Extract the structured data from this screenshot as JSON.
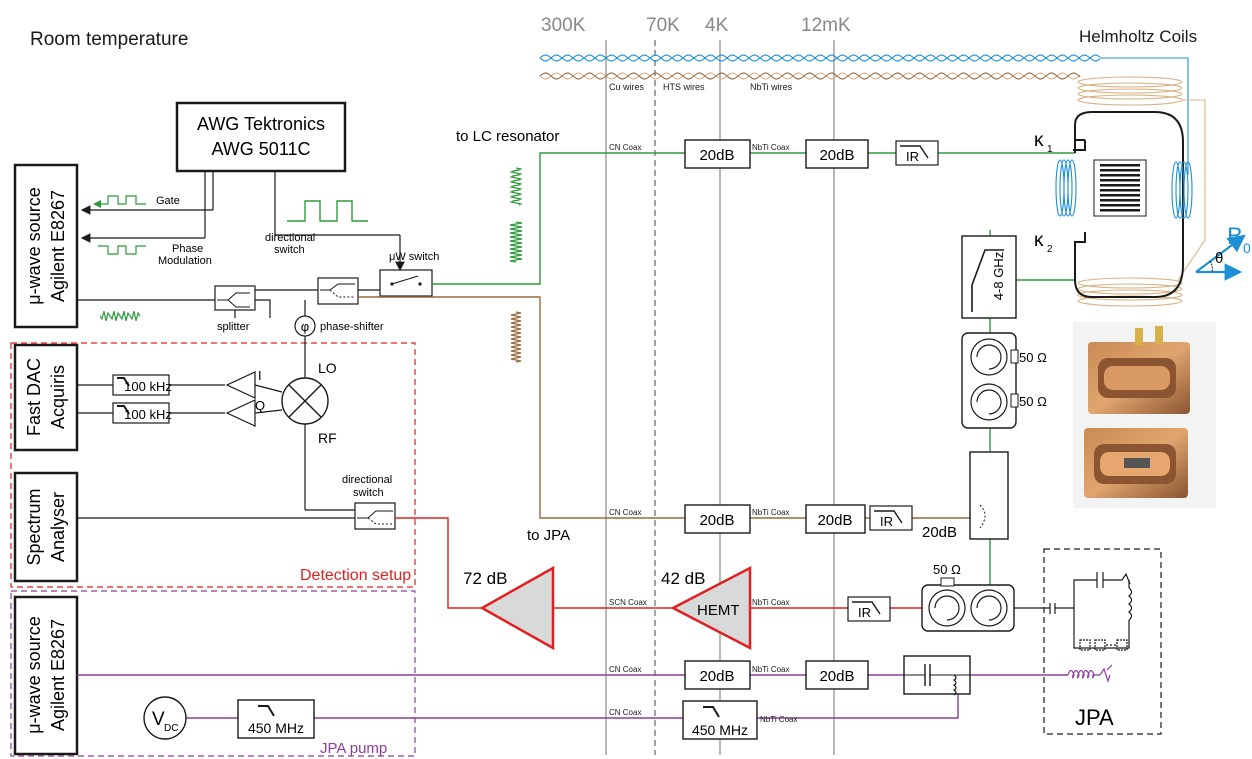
{
  "header": {
    "room_temperature": "Room temperature",
    "t_300k": "300K",
    "t_70k": "70K",
    "t_4k": "4K",
    "t_12mk": "12mK",
    "helmholtz": "Helmholtz Coils"
  },
  "wires": {
    "cu": "Cu wires",
    "hts": "HTS wires",
    "nbti": "NbTi wires"
  },
  "instruments": {
    "awg_line1": "AWG Tektronics",
    "awg_line2": "AWG 5011C",
    "mw_source_line1": "μ-wave source",
    "mw_source_line2": "Agilent E8267",
    "fast_dac_line1": "Fast DAC",
    "fast_dac_line2": "Acquiris",
    "spectrum_line1": "Spectrum",
    "spectrum_line2": "Analyser",
    "pump_source_line1": "μ-wave source",
    "pump_source_line2": "Agilent E8267",
    "vdc_main": "V",
    "vdc_sub": "DC"
  },
  "labels": {
    "gate": "Gate",
    "phase_mod_1": "Phase",
    "phase_mod_2": "Modulation",
    "directional_switch_1": "directional",
    "directional_switch_2": "switch",
    "uw_switch": "μW switch",
    "splitter": "splitter",
    "phase_shifter": "phase-shifter",
    "phi": "φ",
    "lo": "LO",
    "rf": "RF",
    "i": "I",
    "q": "Q",
    "filter_100k_1": "100 kHz",
    "filter_100k_2": "100 kHz",
    "directional_switch_b1": "directional",
    "directional_switch_b2": "switch",
    "detection_setup": "Detection setup",
    "jpa_pump": "JPA pump",
    "filter_450_1": "450 MHz",
    "filter_450_2": "450 MHz",
    "to_lc": "to LC resonator",
    "to_jpa": "to JPA",
    "gain_72": "72 dB",
    "gain_42": "42 dB",
    "hemt": "HEMT",
    "att_20db": "20dB",
    "ir": "IR",
    "cn_coax": "CN Coax",
    "nbti_coax": "NbTi Coax",
    "scn_coax": "SCN Coax",
    "kappa": "κ",
    "kappa1_sub": "1",
    "kappa2_sub": "2",
    "band_4_8": "4-8 GHz",
    "ohm50": "50 Ω",
    "b0_main": "B",
    "b0_sub": "0",
    "theta": "θ",
    "jpa": "JPA"
  },
  "colors": {
    "green": "#2e9a3c",
    "brown": "#9b6a3e",
    "red": "#e02020",
    "purple": "#8a3f9c",
    "blue": "#1c8fd6",
    "tan": "#d9b487",
    "black": "#1a1a1a",
    "gray": "#888888"
  }
}
